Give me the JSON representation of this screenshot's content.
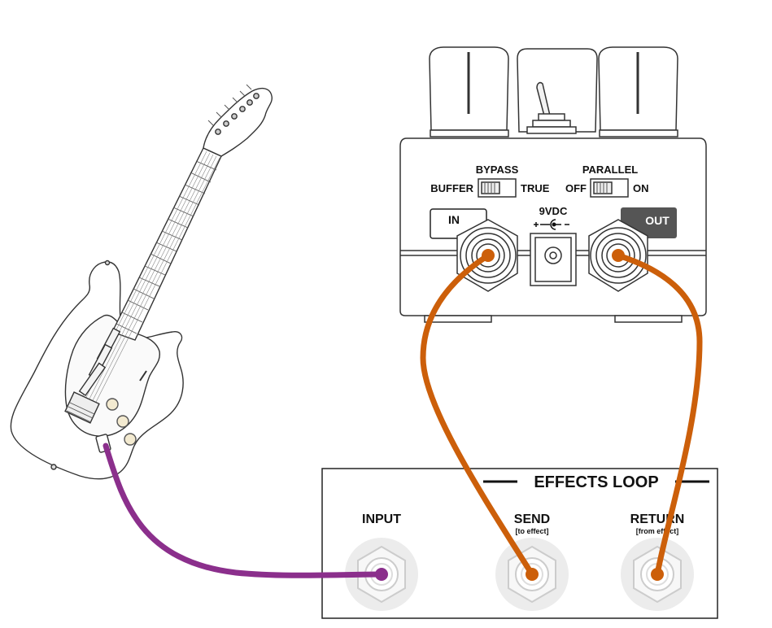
{
  "pedal": {
    "bypass_label": "BYPASS",
    "buffer_label": "BUFFER",
    "true_label": "TRUE",
    "parallel_label": "PARALLEL",
    "off_label": "OFF",
    "on_label": "ON",
    "in_label": "IN",
    "power_label": "9VDC",
    "out_label": "OUT"
  },
  "loop_box": {
    "title": "EFFECTS LOOP",
    "input_label": "INPUT",
    "send_label": "SEND",
    "send_sub": "[to effect]",
    "return_label": "RETURN",
    "return_sub": "[from effect]"
  },
  "colors": {
    "guitar_cable": "#8b2f8c",
    "effect_cable": "#cc5f0a",
    "outline": "#222222",
    "out_badge": "#555555"
  }
}
